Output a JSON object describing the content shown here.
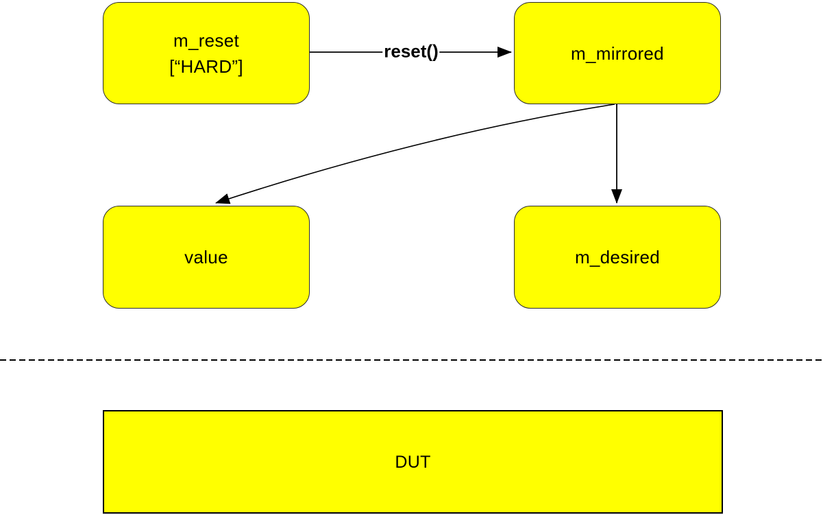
{
  "diagram": {
    "nodes": {
      "m_reset": {
        "line1": "m_reset",
        "line2": "[“HARD”]"
      },
      "m_mirrored": {
        "label": "m_mirrored"
      },
      "value": {
        "label": "value"
      },
      "m_desired": {
        "label": "m_desired"
      },
      "dut": {
        "label": "DUT"
      }
    },
    "edges": {
      "reset_label": "reset()"
    },
    "colors": {
      "node_fill": "#FFFF00",
      "node_border": "#2B2B2B",
      "arrow": "#000000",
      "background": "#FFFFFF"
    }
  }
}
